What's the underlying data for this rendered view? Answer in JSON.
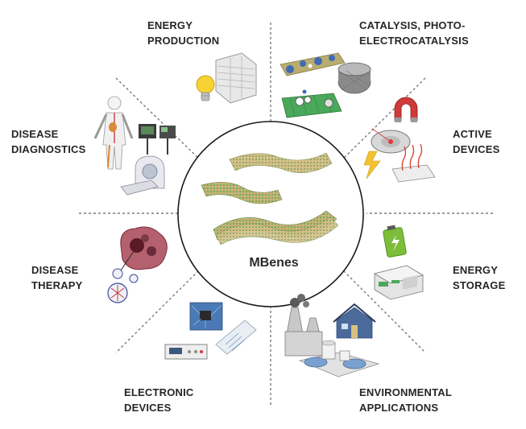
{
  "center_label": "MBenes",
  "sectors": [
    {
      "id": "energy-production",
      "lines": [
        "ENERGY",
        "PRODUCTION"
      ]
    },
    {
      "id": "catalysis",
      "lines": [
        "CATALYSIS, PHOTO-",
        "ELECTROCATALYSIS"
      ]
    },
    {
      "id": "active-devices",
      "lines": [
        "ACTIVE",
        "DEVICES"
      ]
    },
    {
      "id": "energy-storage",
      "lines": [
        "ENERGY",
        "STORAGE"
      ]
    },
    {
      "id": "environmental-applications",
      "lines": [
        "ENVIRONMENTAL",
        "APPLICATIONS"
      ]
    },
    {
      "id": "electronic-devices",
      "lines": [
        "ELECTRONIC",
        "DEVICES"
      ]
    },
    {
      "id": "disease-therapy",
      "lines": [
        "DISEASE",
        "THERAPY"
      ]
    },
    {
      "id": "disease-diagnostics",
      "lines": [
        "DISEASE",
        "DIAGNOSTICS"
      ]
    }
  ],
  "icons": {
    "lightbulb": "lightbulb-icon",
    "solar_panel": "solar-panel-icon",
    "catalyst_molecule": "catalyst-molecule-icon",
    "nanotube": "nanotube-icon",
    "catalyst_sheet": "catalyst-sheet-icon",
    "magnet": "magnet-icon",
    "laser_disc": "laser-disc-icon",
    "lightning": "lightning-icon",
    "heater_pad": "heater-pad-icon",
    "battery": "battery-icon",
    "storage_unit": "storage-unit-icon",
    "factory": "factory-icon",
    "house": "house-icon",
    "water_treatment": "water-treatment-icon",
    "circuit_board": "circuit-board-icon",
    "sensor_chip": "sensor-chip-icon",
    "lab_instrument": "lab-instrument-icon",
    "tumor": "tumor-icon",
    "nanoparticle": "nanoparticle-icon",
    "human_body": "human-body-icon",
    "monitor": "monitor-icon",
    "mri_scanner": "mri-scanner-icon",
    "mbene_sheets": "mbene-sheets-icon"
  },
  "colors": {
    "text": "#262626",
    "divider": "#7a7a7a",
    "circle": "#1a1a1a",
    "sheet_green": "#6aa84f",
    "sheet_tan": "#c9b27a",
    "tumor": "#8a3a4a",
    "battery": "#7dbd3a"
  }
}
